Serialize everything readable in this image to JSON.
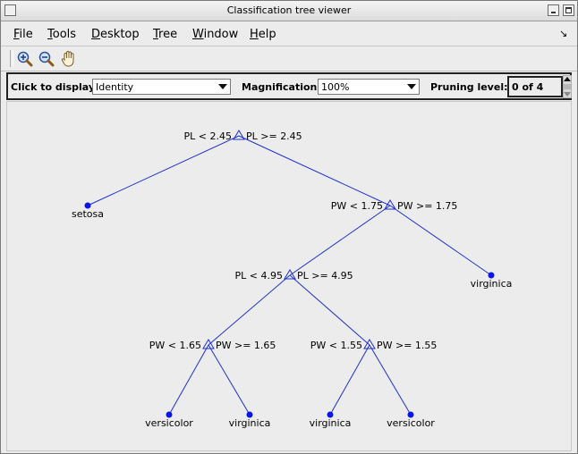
{
  "window": {
    "title": "Classification tree viewer"
  },
  "menu": {
    "items": [
      {
        "key": "file",
        "accel": "F",
        "rest": "ile"
      },
      {
        "key": "tools",
        "accel": "T",
        "rest": "ools"
      },
      {
        "key": "desktop",
        "accel": "D",
        "rest": "esktop"
      },
      {
        "key": "tree",
        "accel": "T",
        "rest": "ree"
      },
      {
        "key": "window",
        "accel": "W",
        "rest": "indow"
      },
      {
        "key": "help",
        "accel": "H",
        "rest": "elp"
      }
    ],
    "dock_arrow": "↘"
  },
  "toolbar": {
    "icons": [
      "zoom-in-icon",
      "zoom-out-icon",
      "pan-hand-icon"
    ]
  },
  "controls": {
    "display_label": "Click to display:",
    "display_value": "Identity",
    "magnification_label": "Magnification:",
    "magnification_value": "100%",
    "pruning_label": "Pruning level:",
    "pruning_value": "0 of 4"
  },
  "colors": {
    "tree_line": "#1f2fd0",
    "leaf_node": "#0a14e6",
    "split_node": "#1f2fd0"
  },
  "tree": {
    "splits": [
      {
        "id": "n1",
        "left_rule": "PL < 2.45",
        "right_rule": "PL >= 2.45"
      },
      {
        "id": "n3",
        "left_rule": "PW < 1.75",
        "right_rule": "PW >= 1.75"
      },
      {
        "id": "n4",
        "left_rule": "PL < 4.95",
        "right_rule": "PL >= 4.95"
      },
      {
        "id": "n6",
        "left_rule": "PW < 1.65",
        "right_rule": "PW >= 1.65"
      },
      {
        "id": "n7",
        "left_rule": "PW < 1.55",
        "right_rule": "PW >= 1.55"
      }
    ],
    "leaves": [
      {
        "id": "n2",
        "label": "setosa"
      },
      {
        "id": "n5",
        "label": "virginica"
      },
      {
        "id": "n8",
        "label": "versicolor"
      },
      {
        "id": "n9",
        "label": "virginica"
      },
      {
        "id": "n10",
        "label": "virginica"
      },
      {
        "id": "n11",
        "label": "versicolor"
      }
    ]
  }
}
